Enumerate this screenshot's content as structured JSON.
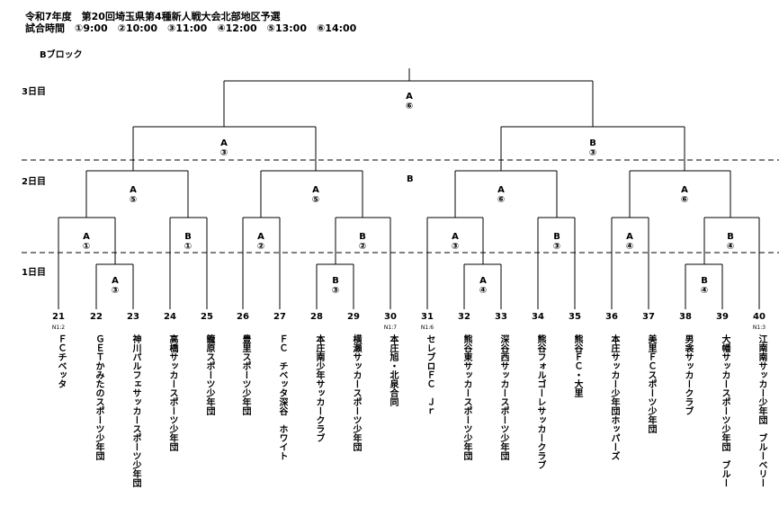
{
  "header": {
    "title": "令和7年度　第20回埼玉県第4種新人戦大会北部地区予選",
    "times": "試合時間　①9:00　②10:00　③11:00　④12:00　⑤13:00　⑥14:00",
    "block": "Bブロック"
  },
  "days": {
    "day3": "3日目",
    "day2": "2日目",
    "day1": "1日目"
  },
  "stray_label": "B",
  "matches": [
    {
      "court": "A",
      "slot": "⑥"
    },
    {
      "court": "A",
      "slot": "③"
    },
    {
      "court": "B",
      "slot": "③"
    },
    {
      "court": "A",
      "slot": "⑤"
    },
    {
      "court": "A",
      "slot": "⑤"
    },
    {
      "court": "A",
      "slot": "⑥"
    },
    {
      "court": "A",
      "slot": "⑥"
    },
    {
      "court": "A",
      "slot": "①"
    },
    {
      "court": "B",
      "slot": "①"
    },
    {
      "court": "A",
      "slot": "②"
    },
    {
      "court": "B",
      "slot": "②"
    },
    {
      "court": "A",
      "slot": "③"
    },
    {
      "court": "B",
      "slot": "③"
    },
    {
      "court": "A",
      "slot": "④"
    },
    {
      "court": "B",
      "slot": "④"
    },
    {
      "court": "A",
      "slot": "③"
    },
    {
      "court": "B",
      "slot": "③"
    },
    {
      "court": "A",
      "slot": "④"
    },
    {
      "court": "B",
      "slot": "④"
    }
  ],
  "teams": [
    {
      "no": "21",
      "note": "N1:2",
      "name": "ＦＣチベッタ"
    },
    {
      "no": "22",
      "note": "",
      "name": "ＧＥＴかみたのスポーツ少年団"
    },
    {
      "no": "23",
      "note": "",
      "name": "神川パルフェサッカースポーツ少年団"
    },
    {
      "no": "24",
      "note": "",
      "name": "高橋サッカースポーツ少年団"
    },
    {
      "no": "25",
      "note": "",
      "name": "籠原スポーツ少年団"
    },
    {
      "no": "26",
      "note": "",
      "name": "豊里スポーツ少年団"
    },
    {
      "no": "27",
      "note": "",
      "name": "ＦＣ　チベッタ深谷　ホワイト"
    },
    {
      "no": "28",
      "note": "",
      "name": "本庄南少年サッカークラブ"
    },
    {
      "no": "29",
      "note": "",
      "name": "横瀬サッカースポーツ少年団"
    },
    {
      "no": "30",
      "note": "N1:7",
      "name": "本庄旭・北泉合同"
    },
    {
      "no": "31",
      "note": "N1:6",
      "name": "セレブロＦＣ　Ｊｒ"
    },
    {
      "no": "32",
      "note": "",
      "name": "熊谷東サッカースポーツ少年団"
    },
    {
      "no": "33",
      "note": "",
      "name": "深谷西サッカースポーツ少年団"
    },
    {
      "no": "34",
      "note": "",
      "name": "熊谷フォルゴーレサッカークラブ"
    },
    {
      "no": "35",
      "note": "",
      "name": "熊谷ＦＣ・大里"
    },
    {
      "no": "36",
      "note": "",
      "name": "本庄サッカー少年団ホッパーズ"
    },
    {
      "no": "37",
      "note": "",
      "name": "美里ＦＣスポーツ少年団"
    },
    {
      "no": "38",
      "note": "",
      "name": "男衾サッカークラブ"
    },
    {
      "no": "39",
      "note": "",
      "name": "大幡サッカースポーツ少年団　ブルー"
    },
    {
      "no": "40",
      "note": "N1:3",
      "name": "江南南サッカー少年団　ブルーベリー"
    }
  ]
}
